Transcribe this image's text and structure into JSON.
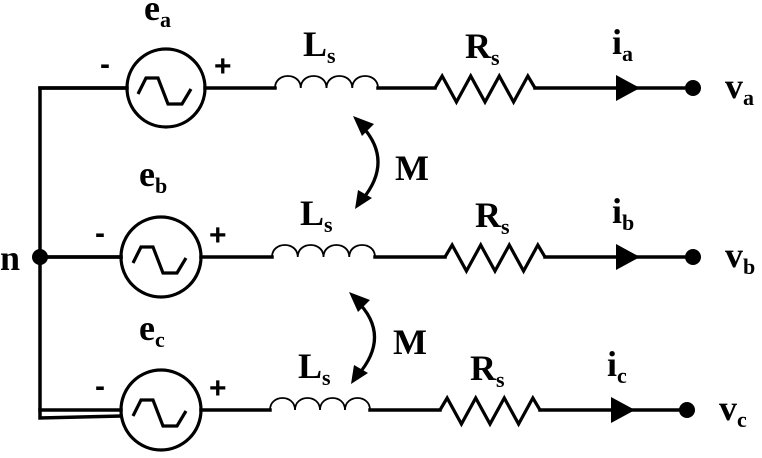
{
  "diagram": {
    "title": "",
    "neutral_label": "n",
    "phases": [
      {
        "id": "a",
        "source": {
          "symbol": "e",
          "subscript": "a",
          "minus": "-",
          "plus": "+"
        },
        "inductor": {
          "symbol": "L",
          "subscript": "s"
        },
        "resistor": {
          "symbol": "R",
          "subscript": "s"
        },
        "current": {
          "symbol": "i",
          "subscript": "a"
        },
        "terminal": {
          "symbol": "v",
          "subscript": "a"
        }
      },
      {
        "id": "b",
        "source": {
          "symbol": "e",
          "subscript": "b",
          "minus": "-",
          "plus": "+"
        },
        "inductor": {
          "symbol": "L",
          "subscript": "s"
        },
        "resistor": {
          "symbol": "R",
          "subscript": "s"
        },
        "current": {
          "symbol": "i",
          "subscript": "b"
        },
        "terminal": {
          "symbol": "v",
          "subscript": "b"
        }
      },
      {
        "id": "c",
        "source": {
          "symbol": "e",
          "subscript": "c",
          "minus": "-",
          "plus": "+"
        },
        "inductor": {
          "symbol": "L",
          "subscript": "s"
        },
        "resistor": {
          "symbol": "R",
          "subscript": "s"
        },
        "current": {
          "symbol": "i",
          "subscript": "c"
        },
        "terminal": {
          "symbol": "v",
          "subscript": "c"
        }
      }
    ],
    "mutual_couplings": [
      {
        "label": "M",
        "between": [
          "a",
          "b"
        ]
      },
      {
        "label": "M",
        "between": [
          "b",
          "c"
        ]
      }
    ],
    "colors": {
      "stroke": "#000000",
      "background": "#ffffff"
    }
  }
}
